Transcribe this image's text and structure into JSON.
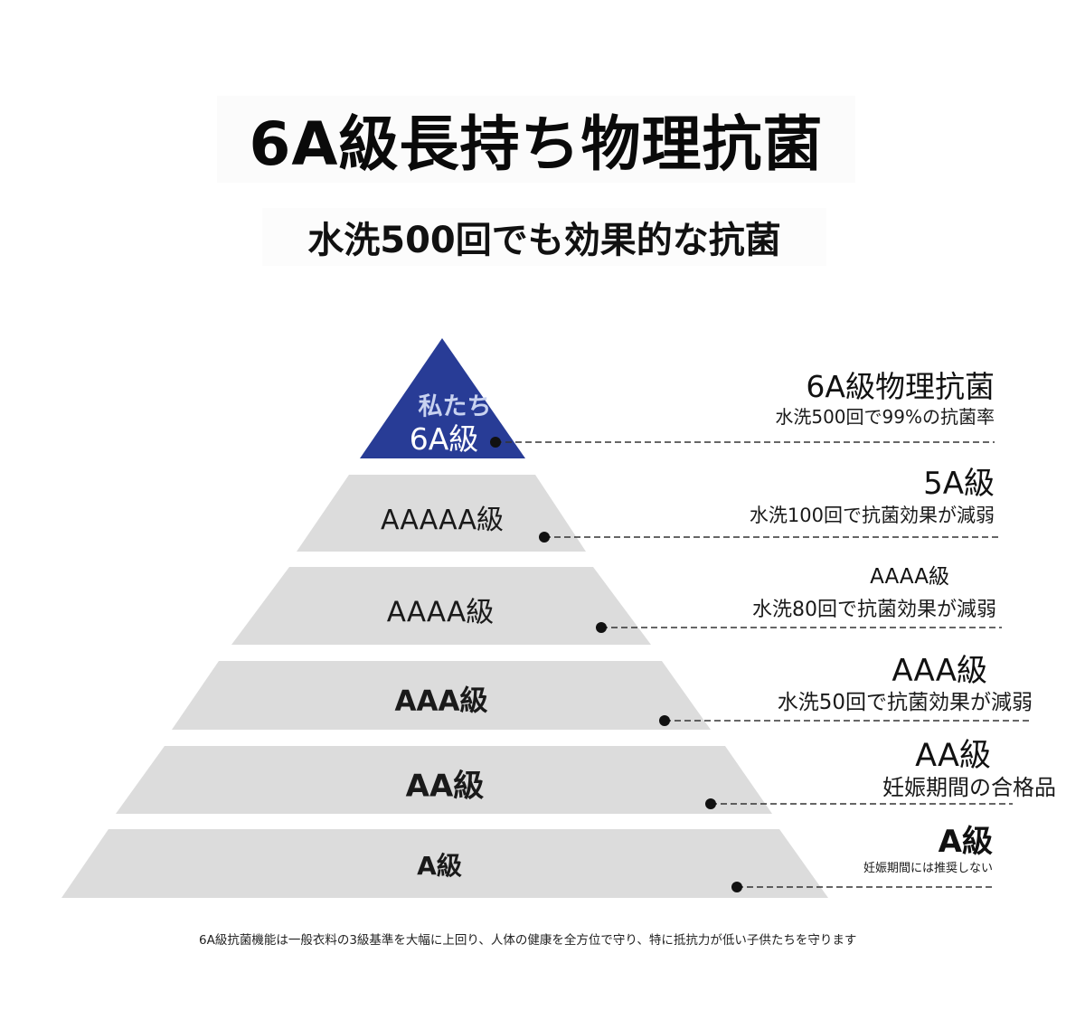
{
  "header": {
    "title": "6A級長持ち物理抗菌",
    "subtitle": "水洗500回でも効果的な抗菌"
  },
  "pyramid": {
    "top": {
      "line1": "私たち",
      "line2": "6A級",
      "color": "#283c96"
    },
    "tiers": [
      {
        "label": "AAAAA級"
      },
      {
        "label": "AAAA級"
      },
      {
        "label": "AAA級"
      },
      {
        "label": "AA級"
      },
      {
        "label": "A級"
      }
    ],
    "tier_color": "#dcdcdc"
  },
  "notes": [
    {
      "heading": "6A級物理抗菌",
      "detail": "水洗500回で99%の抗菌率"
    },
    {
      "heading": "5A級",
      "detail": "水洗100回で抗菌効果が減弱"
    },
    {
      "heading": "AAAA級",
      "detail": "水洗80回で抗菌効果が減弱"
    },
    {
      "heading": "AAA級",
      "detail": "水洗50回で抗菌効果が減弱"
    },
    {
      "heading": "AA級",
      "detail": "妊娠期間の合格品"
    },
    {
      "heading": "A級",
      "detail": "妊娠期間には推奨しない"
    }
  ],
  "footer": "6A級抗菌機能は一般衣料の3級基準を大幅に上回り、人体の健康を全方位で守り、特に抵抗力が低い子供たちを守ります"
}
